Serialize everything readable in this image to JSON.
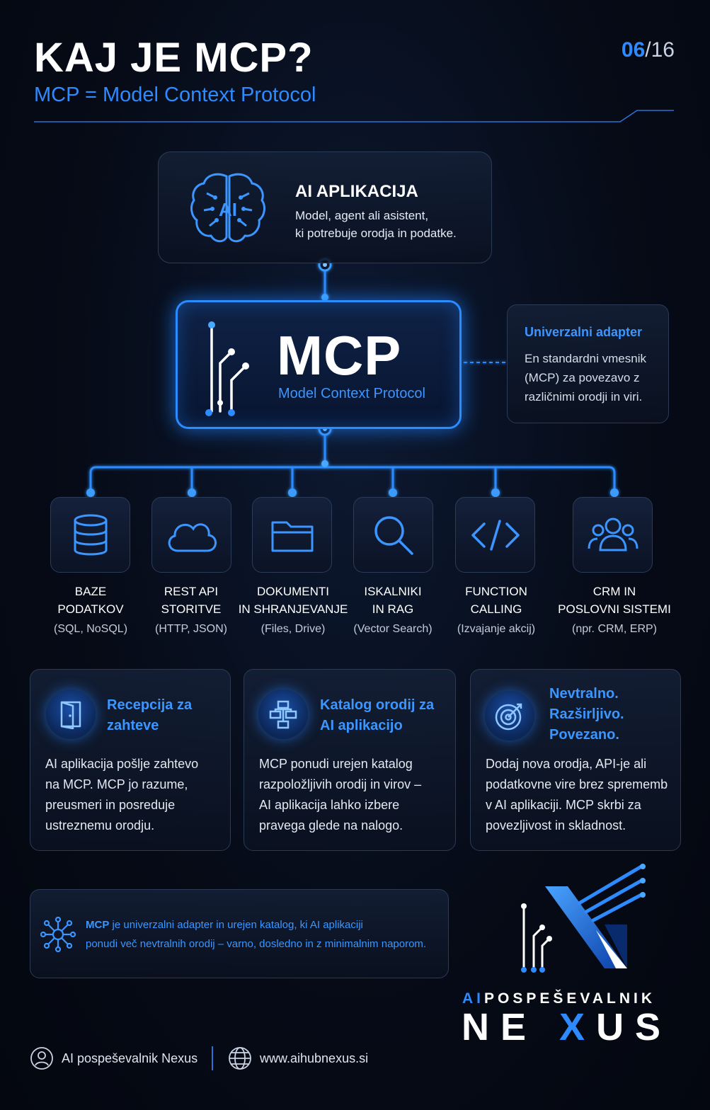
{
  "header": {
    "title": "KAJ JE MCP?",
    "subtitle": "MCP = Model Context Protocol",
    "page_current": "06",
    "page_total": "/16"
  },
  "ai_app": {
    "icon_text": "AI",
    "title": "AI APLIKACIJA",
    "desc_line1": "Model, agent ali asistent,",
    "desc_line2": "ki potrebuje orodja in podatke."
  },
  "mcp": {
    "title": "MCP",
    "subtitle": "Model Context Protocol"
  },
  "adapter": {
    "title": "Univerzalni adapter",
    "line1": "En standardni vmesnik",
    "line2": "(MCP) za povezavo z",
    "line3": "različnimi orodji in viri."
  },
  "tools": [
    {
      "icon": "database-icon",
      "line1": "BAZE",
      "line2": "PODATKOV",
      "sub": "(SQL, NoSQL)"
    },
    {
      "icon": "cloud-icon",
      "line1": "REST API",
      "line2": "STORITVE",
      "sub": "(HTTP, JSON)"
    },
    {
      "icon": "folder-icon",
      "line1": "DOKUMENTI",
      "line2": "IN SHRANJEVANJE",
      "sub": "(Files, Drive)"
    },
    {
      "icon": "search-icon",
      "line1": "ISKALNIKI",
      "line2": "IN RAG",
      "sub": "(Vector Search)"
    },
    {
      "icon": "code-icon",
      "line1": "FUNCTION",
      "line2": "CALLING",
      "sub": "(Izvajanje akcij)"
    },
    {
      "icon": "users-icon",
      "line1": "CRM IN",
      "line2": "POSLOVNI SISTEMI",
      "sub": "(npr. CRM, ERP)"
    }
  ],
  "features": [
    {
      "icon": "door-icon",
      "title_lines": [
        "Recepcija za",
        "zahteve"
      ],
      "text_lines": [
        "AI aplikacija pošlje zahtevo",
        "na MCP. MCP jo razume,",
        "preusmeri in posreduje",
        "ustreznemu orodju."
      ]
    },
    {
      "icon": "catalog-icon",
      "title_lines": [
        "Katalog orodij za",
        "AI aplikacijo"
      ],
      "text_lines": [
        "MCP ponudi urejen katalog",
        "razpoložljivih orodij in virov –",
        "AI aplikacija lahko izbere",
        "pravega glede na nalogo."
      ]
    },
    {
      "icon": "target-icon",
      "title_lines": [
        "Nevtralno.",
        "Razširljivo.",
        "Povezano."
      ],
      "text_lines": [
        "Dodaj nova orodja, API-je ali",
        "podatkovne vire brez sprememb",
        "v AI aplikaciji. MCP skrbi za",
        "povezljivost in skladnost."
      ]
    }
  ],
  "summary": {
    "bold": "MCP",
    "line1_rest": " je univerzalni adapter in urejen katalog, ki AI aplikaciji",
    "line2": "ponudi več nevtralnih orodij – varno, dosledno in z minimalnim naporom."
  },
  "brand": {
    "top_ai": "AI",
    "top_rest": "POSPEŠEVALNIK",
    "big_a": "NE ",
    "big_x": "X",
    "big_b": "US"
  },
  "footer": {
    "name": "AI pospeševalnik Nexus",
    "url": "www.aihubnexus.si"
  },
  "colors": {
    "accent": "#2e8bff",
    "background": "#060b17",
    "card_border": "#2b3b55"
  }
}
